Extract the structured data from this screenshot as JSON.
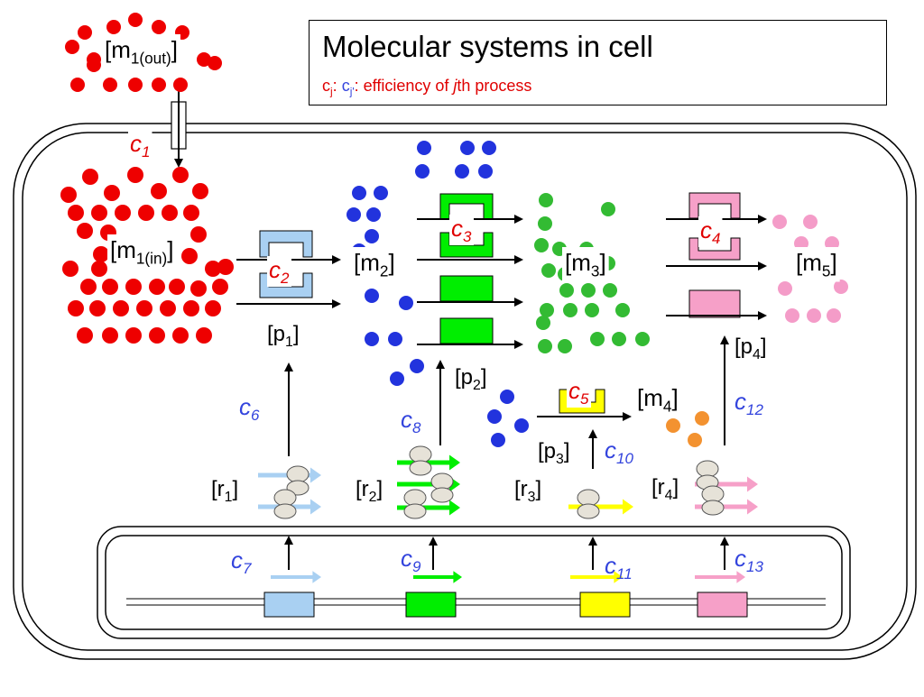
{
  "title": {
    "main": "Molecular systems in cell",
    "legend_red": "c",
    "legend_red_sub": "j",
    "legend_sep": ": ",
    "legend_blue": "c",
    "legend_blue_sub": "j'",
    "legend_tail_pre": ": efficiency of ",
    "legend_tail_j": "j",
    "legend_tail_post": "th process"
  },
  "metabolites": {
    "m1_out": {
      "pre": "[m",
      "sub": "1(out)",
      "post": "]"
    },
    "m1_in": {
      "pre": "[m",
      "sub": "1(in)",
      "post": "]"
    },
    "m2": {
      "pre": "[m",
      "sub": "2",
      "post": "]"
    },
    "m3": {
      "pre": "[m",
      "sub": "3",
      "post": "]"
    },
    "m4": {
      "pre": "[m",
      "sub": "4",
      "post": "]"
    },
    "m5": {
      "pre": "[m",
      "sub": "5",
      "post": "]"
    }
  },
  "proteins": {
    "p1": {
      "pre": "[p",
      "sub": "1",
      "post": "]"
    },
    "p2": {
      "pre": "[p",
      "sub": "2",
      "post": "]"
    },
    "p3": {
      "pre": "[p",
      "sub": "3",
      "post": "]"
    },
    "p4": {
      "pre": "[p",
      "sub": "4",
      "post": "]"
    }
  },
  "rnas": {
    "r1": {
      "pre": "[r",
      "sub": "1",
      "post": "]"
    },
    "r2": {
      "pre": "[r",
      "sub": "2",
      "post": "]"
    },
    "r3": {
      "pre": "[r",
      "sub": "3",
      "post": "]"
    },
    "r4": {
      "pre": "[r",
      "sub": "4",
      "post": "]"
    }
  },
  "efficiencies": {
    "c1": {
      "base": "c",
      "sub": "1"
    },
    "c2": {
      "base": "c",
      "sub": "2"
    },
    "c3": {
      "base": "c",
      "sub": "3"
    },
    "c4": {
      "base": "c",
      "sub": "4"
    },
    "c5": {
      "base": "c",
      "sub": "5"
    },
    "c6": {
      "base": "c",
      "sub": "6"
    },
    "c7": {
      "base": "c",
      "sub": "7"
    },
    "c8": {
      "base": "c",
      "sub": "8"
    },
    "c9": {
      "base": "c",
      "sub": "9"
    },
    "c10": {
      "base": "c",
      "sub": "10"
    },
    "c11": {
      "base": "c",
      "sub": "11"
    },
    "c12": {
      "base": "c",
      "sub": "12"
    },
    "c13": {
      "base": "c",
      "sub": "13"
    }
  },
  "colors": {
    "metabolite1": "#ee0000",
    "metabolite2": "#2233dd",
    "metabolite3": "#33bb33",
    "metabolite4": "#f39230",
    "metabolite5": "#f49cc8",
    "enzyme1": "#a9d0f2",
    "enzyme2": "#00ee00",
    "enzyme3": "#ffff00",
    "enzyme4": "#f6a0c8",
    "label_red": "#e00000",
    "label_blue": "#3344dd",
    "ribosome": "#e6e2d8"
  }
}
